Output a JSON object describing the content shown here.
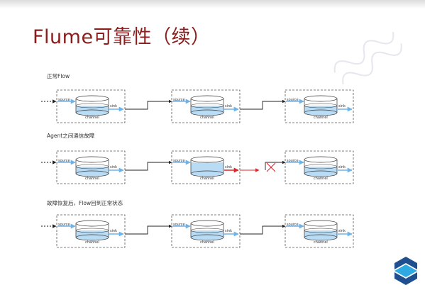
{
  "title": "Flume可靠性（续）",
  "sections": [
    {
      "label": "正常Flow",
      "failure": false
    },
    {
      "label": "Agent之间通信故障",
      "failure": true
    },
    {
      "label": "故障恢复后，Flow回到正常状态",
      "failure": false
    }
  ],
  "labels": {
    "source": "source",
    "sink": "sink",
    "channel": "channel"
  },
  "colors": {
    "title": "#8b1c1c",
    "link": "#222222",
    "source_arrow": "#6fb3e6",
    "channel_fill": "#b9dcf4",
    "failure": "#d9262a",
    "box_border": "#555555",
    "logo_dark": "#1f4f8f",
    "logo_light": "#2fa9e1"
  },
  "icons": {
    "failure_mark": "cross-icon",
    "logo": "s-logo-icon",
    "watermark": "watermark-icon"
  }
}
